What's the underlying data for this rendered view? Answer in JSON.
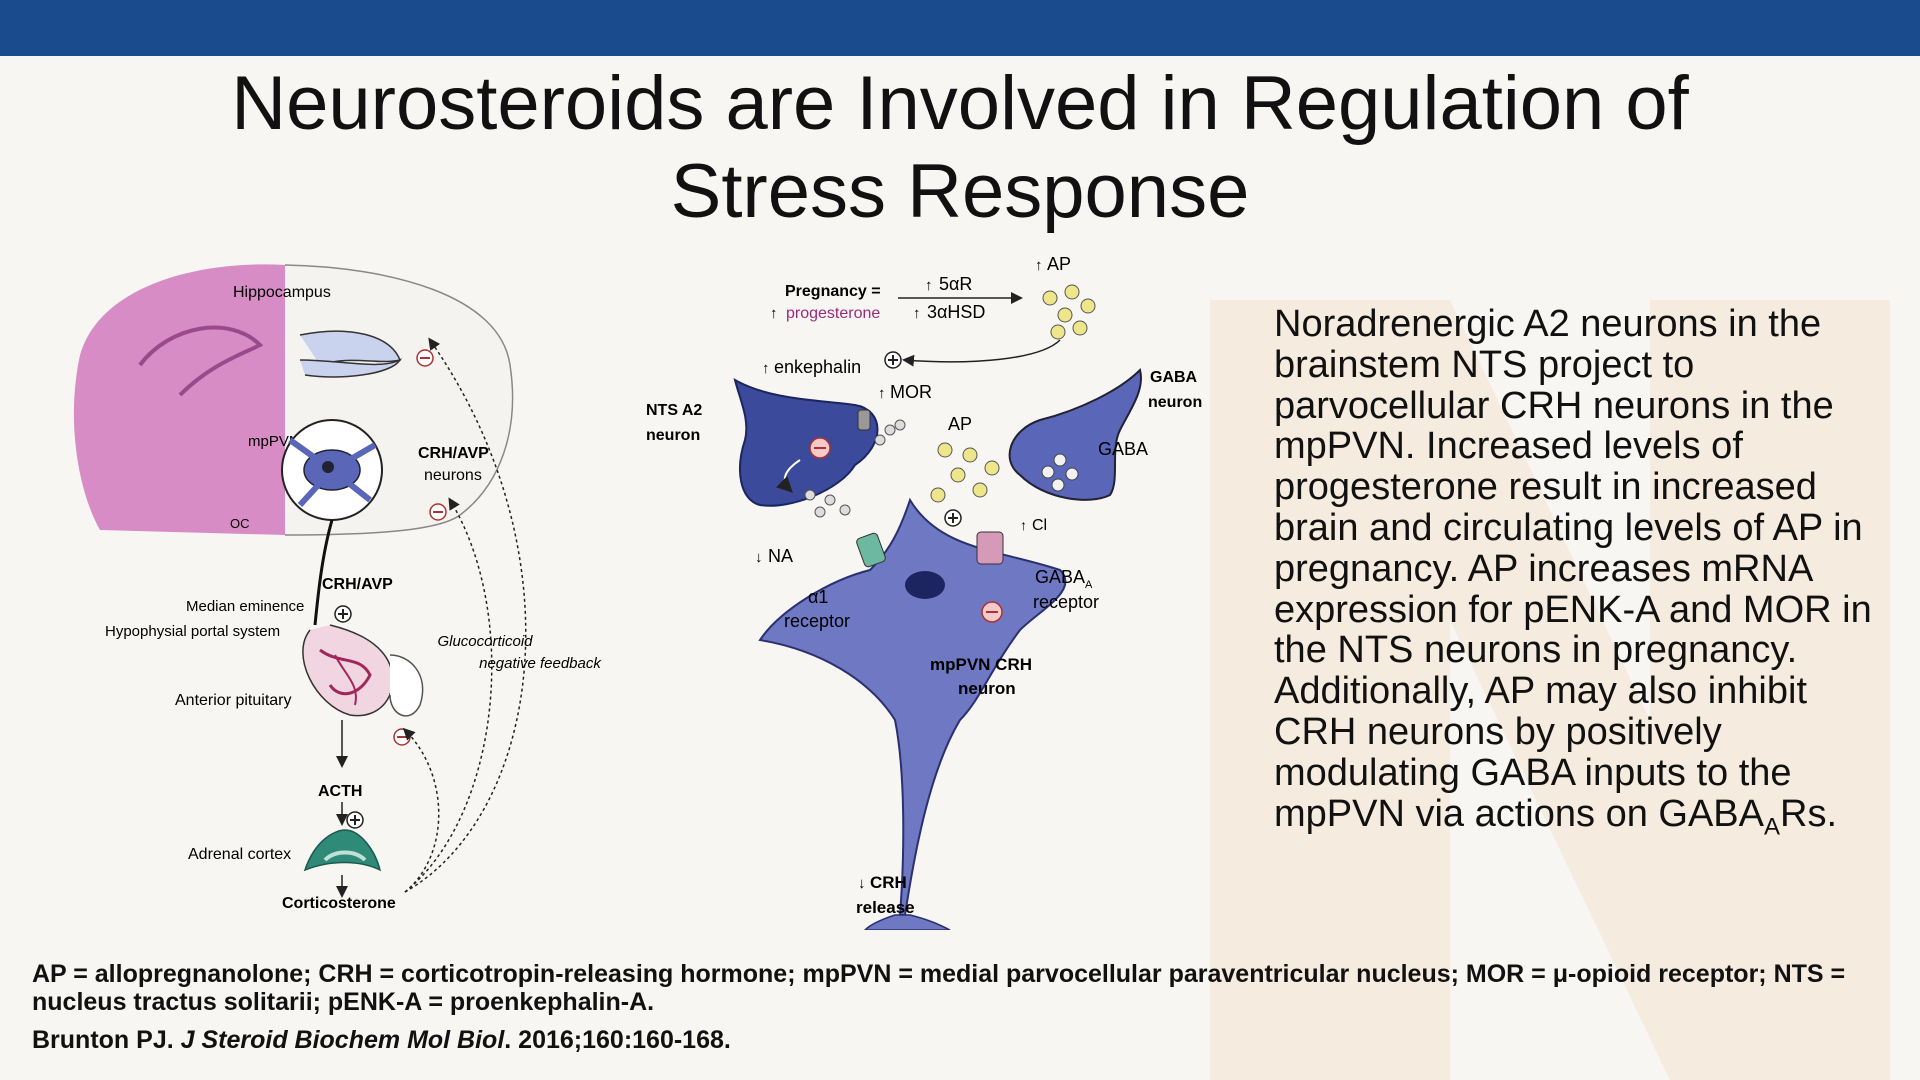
{
  "title": {
    "line1": "Neurosteroids are Involved in Regulation of",
    "line2": "Stress Response"
  },
  "figure_left": {
    "labels": {
      "hippocampus": "Hippocampus",
      "mppvn": "mpPVN",
      "oc": "OC",
      "crh_avp_neurons_1": "CRH/AVP",
      "crh_avp_neurons_2": "neurons",
      "crh_avp": "CRH/AVP",
      "median_eminence": "Median eminence",
      "portal_system": "Hypophysial portal system",
      "anterior_pituitary": "Anterior pituitary",
      "acth": "ACTH",
      "adrenal_cortex": "Adrenal cortex",
      "corticosterone": "Corticosterone",
      "feedback_1": "Glucocorticoid",
      "feedback_2": "negative feedback"
    }
  },
  "figure_right": {
    "labels": {
      "pregnancy": "Pregnancy =",
      "progesterone": "progesterone",
      "five_alpha_r": "5αR",
      "three_alpha_hsd": "3αHSD",
      "ap_top": "AP",
      "enkephalin": "enkephalin",
      "mor": "MOR",
      "nts_a2_1": "NTS A2",
      "nts_a2_2": "neuron",
      "gaba_neuron_1": "GABA",
      "gaba_neuron_2": "neuron",
      "gaba": "GABA",
      "ap_mid": "AP",
      "cl": "Cl",
      "na": "NA",
      "alpha1_1": "α1",
      "alpha1_2": "receptor",
      "gabaa_1": "GABA",
      "gabaa_sub": "A",
      "gabaa_2": "receptor",
      "mppvn_crh_1": "mpPVN CRH",
      "mppvn_crh_2": "neuron",
      "crh_release_1": "CRH",
      "crh_release_2": "release"
    }
  },
  "body_text": {
    "main": "Noradrenergic A2 neurons in the brainstem NTS project to parvocellular CRH neurons in the mpPVN. Increased levels of progesterone result in increased brain and circulating levels of AP in pregnancy. AP increases mRNA expression for pENK-A and MOR in the NTS neurons in pregnancy. Additionally, AP may also inhibit CRH neurons by positively modulating GABA inputs to the mpPVN via actions on GABA",
    "sub": "A",
    "end": "Rs."
  },
  "footnote": "AP = allopregnanolone; CRH = corticotropin-releasing hormone; mpPVN = medial parvocellular paraventricular nucleus; MOR = μ-opioid receptor; NTS = nucleus tractus solitarii; pENK-A = proenkephalin-A.",
  "citation": {
    "authors": "Brunton PJ.",
    "journal": "J Steroid Biochem Mol Biol",
    "details": ". 2016;160:160-168."
  },
  "colors": {
    "top_bar": "#1a4b8c",
    "brain_section": "#d88cc6",
    "neuron_blue": "#4b55a8",
    "ap_dots": "#e8e07a",
    "adrenal": "#2f8a78",
    "pituitary": "#a0285a"
  }
}
